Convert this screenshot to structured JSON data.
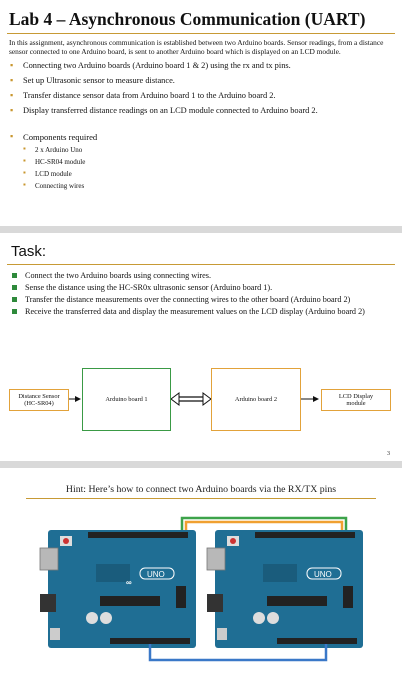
{
  "slide1": {
    "title": "Lab 4 – Asynchronous Communication (UART)",
    "intro": "In this assignment, asynchronous communication is established between two Arduino boards. Sensor readings, from a distance sensor connected to one Arduino board, is sent to another Arduino board which is displayed on an LCD module.",
    "bullets": [
      "Connecting two Arduino boards (Arduino board 1 & 2) using the rx and tx pins.",
      "Set up Ultrasonic sensor to measure distance.",
      "Transfer distance sensor data from Arduino board 1 to the Arduino board 2.",
      "Display transferred distance readings on an LCD module connected to Arduino board 2."
    ],
    "components_heading": "Components required",
    "components": [
      "2 x Arduino Uno",
      "HC-SR04 module",
      "LCD module",
      "Connecting wires"
    ]
  },
  "slide2": {
    "title": "Task:",
    "bullets": [
      "Connect the two Arduino boards using connecting wires.",
      "Sense the distance using the HC-SR0x ultrasonic sensor (Arduino board 1).",
      "Transfer the distance measurements over the connecting wires to the other board (Arduino board 2)",
      "Receive the transferred data and display the measurement values on the LCD display (Arduino board 2)"
    ],
    "diagram": {
      "sensor_line1": "Distance Sensor",
      "sensor_line2": "(HC-SR04)",
      "board1": "Arduino board 1",
      "board2": "Arduino board 2",
      "lcd_line1": "LCD Display",
      "lcd_line2": "module"
    },
    "page_number": "3"
  },
  "slide3": {
    "hint": "Hint: Here’s how to connect two Arduino boards via the RX/TX pins",
    "board_label": "UNO",
    "colors": {
      "board": "#1f6e94",
      "wire_orange": "#f0a030",
      "wire_green": "#3da34a",
      "wire_blue": "#3a78c8"
    }
  }
}
